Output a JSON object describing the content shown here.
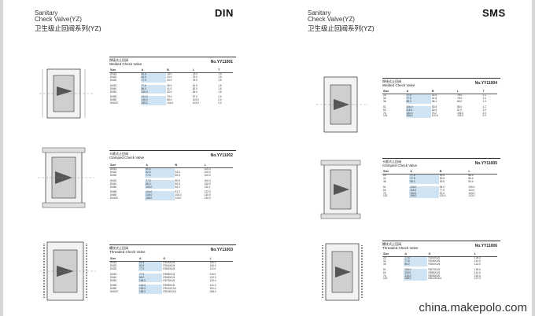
{
  "header": {
    "left": {
      "en1": "Sanitary",
      "en2": "Check Valve(YZ)",
      "cn": "卫生级止回阀系列(YZ)",
      "std": "DIN"
    },
    "right": {
      "en1": "Sanitary",
      "en2": "Check Valve(YZ)",
      "cn": "卫生级止回阀系列(YZ)",
      "std": "SMS"
    }
  },
  "watermark": "china.makepolo.com",
  "cards": {
    "din_welded": {
      "title_cn": "焊接式止回阀",
      "title_en": "Welded Check Valve",
      "no": "No.YY11001",
      "cols": [
        "Size",
        "A",
        "B",
        "L",
        "T"
      ],
      "rows": [
        [
          "DN15",
          "62.5",
          "18.0",
          "75.0",
          "1.5"
        ],
        [
          "DN20",
          "62.5",
          "23.0",
          "75.0",
          "1.5"
        ],
        [
          "DN25",
          "77.5",
          "29.0",
          "78.0",
          "1.5"
        ],
        [
          "DN32",
          "77.5",
          "35.0",
          "81.0",
          "1.5"
        ],
        [
          "DN40",
          "86.0",
          "41.0",
          "83.0",
          "1.5"
        ],
        [
          "DN50",
          "106.0",
          "53.0",
          "84.0",
          "1.5"
        ],
        [
          "DN65",
          "124.0",
          "70.0",
          "97.0",
          "2.0"
        ],
        [
          "DN80",
          "145.0",
          "85.0",
          "103.0",
          "2.0"
        ],
        [
          "DN100",
          "158.0",
          "104.0",
          "103.0",
          "2.0"
        ]
      ]
    },
    "din_clamped": {
      "title_cn": "卡箍式止回阀",
      "title_en": "Clamped Check Valve",
      "no": "No.YY11002",
      "cols": [
        "Size",
        "A",
        "B",
        "L"
      ],
      "rows": [
        [
          "DN15",
          "50.5",
          "",
          "100.0"
        ],
        [
          "DN20",
          "62.5",
          "34.0",
          "100.0"
        ],
        [
          "DN25",
          "77.5",
          "50.5",
          "100.0"
        ],
        [
          "DN32",
          "77.5",
          "50.5",
          "100.0"
        ],
        [
          "DN40",
          "86.0",
          "50.5",
          "100.0"
        ],
        [
          "DN50",
          "106.0",
          "64.0",
          "111.0"
        ],
        [
          "DN65",
          "124.0",
          "91.0",
          "122.0"
        ],
        [
          "DN80",
          "145.0",
          "106.0",
          "130.0"
        ],
        [
          "DN100",
          "158.0",
          "119.0",
          "130.0"
        ]
      ]
    },
    "din_threaded": {
      "title_cn": "螺纹式止回阀",
      "title_en": "Threaded Check Valve",
      "no": "No.YY11003",
      "cols": [
        "Size",
        "A",
        "G",
        "L"
      ],
      "rows": [
        [
          "DN15",
          "62.5",
          "RD34X1/8",
          "106.0"
        ],
        [
          "DN20",
          "62.5",
          "RD44X1/6",
          "106.0"
        ],
        [
          "DN25",
          "77.5",
          "RD52X1/6",
          "112.0"
        ],
        [
          "DN32",
          "77.5",
          "RD58X1/6",
          "116.0"
        ],
        [
          "DN40",
          "86.0",
          "RD65X1/6",
          "120.0"
        ],
        [
          "DN50",
          "106.0",
          "RD78X1/6",
          "120.0"
        ],
        [
          "DN65",
          "124.0",
          "RD95X1/6",
          "141.0"
        ],
        [
          "DN80",
          "145.0",
          "RD110X1/4",
          "151.0"
        ],
        [
          "DN100",
          "158.0",
          "RD130X1/4",
          "168.0"
        ]
      ]
    },
    "sms_welded": {
      "title_cn": "焊接式止回阀",
      "title_en": "Welded Check Valve",
      "no": "No.YY11004",
      "cols": [
        "Size",
        "A",
        "B",
        "L",
        "T"
      ],
      "rows": [
        [
          "25",
          "77.5",
          "25.4",
          "78.0",
          "1.2"
        ],
        [
          "32",
          "77.5",
          "31.8",
          "78.0",
          "1.2"
        ],
        [
          "38",
          "86.0",
          "38.1",
          "80.0",
          "1.2"
        ],
        [
          "51",
          "106.0",
          "50.8",
          "86.0",
          "1.2"
        ],
        [
          "63",
          "118.5",
          "63.5",
          "87.0",
          "2.0"
        ],
        [
          "76",
          "134.0",
          "76.2",
          "103.0",
          "2.0"
        ],
        [
          "102",
          "158.0",
          "101.6",
          "103.0",
          "2.0"
        ]
      ]
    },
    "sms_clamped": {
      "title_cn": "卡箍式止回阀",
      "title_en": "Clamped Check Valve",
      "no": "No.YY11005",
      "cols": [
        "Size",
        "A",
        "B",
        "L"
      ],
      "rows": [
        [
          "25",
          "77.5",
          "50.5",
          "86.0"
        ],
        [
          "32",
          "77.5",
          "50.5",
          "86.0"
        ],
        [
          "38",
          "86.0",
          "50.5",
          "84.0"
        ],
        [
          "51",
          "106.0",
          "64.0",
          "105.0"
        ],
        [
          "63",
          "118.0",
          "77.5",
          "110.0"
        ],
        [
          "76",
          "134.0",
          "91.0",
          "123.0"
        ],
        [
          "102",
          "158.0",
          "119.0",
          "123.0"
        ]
      ]
    },
    "sms_threaded": {
      "title_cn": "螺纹式止回阀",
      "title_en": "Threaded Check Valve",
      "no": "No.YY11006",
      "cols": [
        "Size",
        "A",
        "G",
        "L"
      ],
      "rows": [
        [
          "25",
          "77.5",
          "RD40X1/6",
          "106.0"
        ],
        [
          "32",
          "77.5",
          "RD48X1/6",
          "110.0"
        ],
        [
          "38",
          "86.0",
          "RD60X1/6",
          "112.0"
        ],
        [
          "51",
          "106.0",
          "RD70X1/6",
          "126.0"
        ],
        [
          "63",
          "118.0",
          "RD85X1/6",
          "141.0"
        ],
        [
          "76",
          "134.0",
          "RD98X1/6",
          "151.0"
        ],
        [
          "102",
          "158.0",
          "RD123X1/4",
          "127.0"
        ]
      ]
    }
  }
}
